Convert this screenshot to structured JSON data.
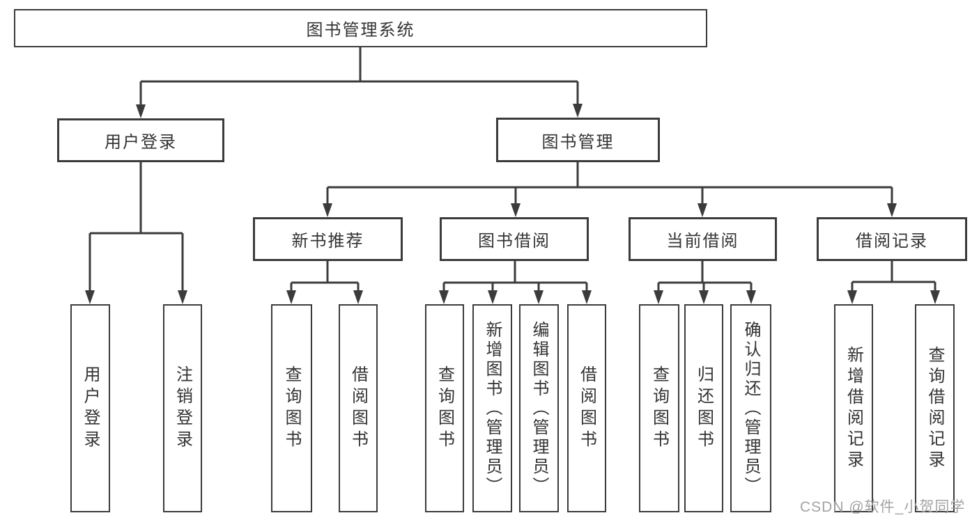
{
  "diagram": {
    "title": "图书管理系统",
    "branches": [
      {
        "label": "用户登录",
        "children": [
          {
            "label": "用户登录"
          },
          {
            "label": "注销登录"
          }
        ]
      },
      {
        "label": "图书管理",
        "children": [
          {
            "label": "新书推荐",
            "children": [
              {
                "label": "查询图书"
              },
              {
                "label": "借阅图书"
              }
            ]
          },
          {
            "label": "图书借阅",
            "children": [
              {
                "label": "查询图书"
              },
              {
                "label": "新增图书（管理员）"
              },
              {
                "label": "编辑图书（管理员）"
              },
              {
                "label": "借阅图书"
              }
            ]
          },
          {
            "label": "当前借阅",
            "children": [
              {
                "label": "查询图书"
              },
              {
                "label": "归还图书"
              },
              {
                "label": "确认归还（管理员）"
              }
            ]
          },
          {
            "label": "借阅记录",
            "children": [
              {
                "label": "新增借阅记录"
              },
              {
                "label": "查询借阅记录"
              }
            ]
          }
        ]
      }
    ]
  },
  "watermark": {
    "text": "CSDN @软件_小贺同学"
  },
  "colors": {
    "line": "#3b3b3b",
    "text": "#333333",
    "watermark": "#a3a3a3",
    "background": "#ffffff"
  }
}
